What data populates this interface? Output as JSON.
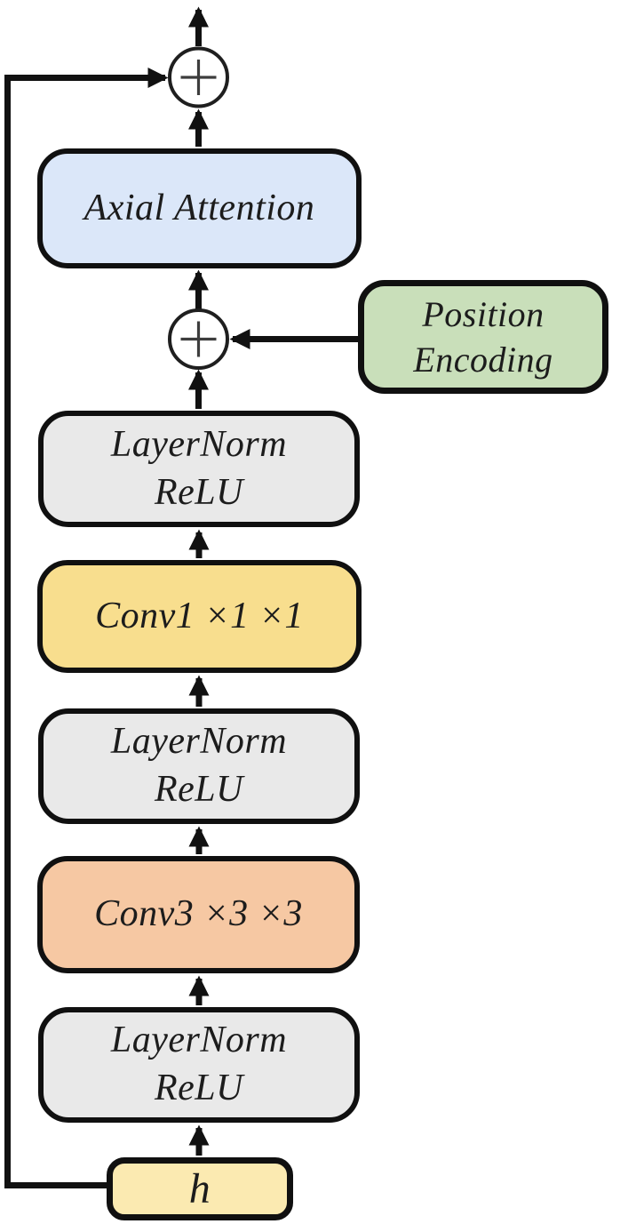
{
  "figure": {
    "kind": "flow-diagram",
    "background": "#ffffff",
    "line_color": "#111111",
    "text_color": "#1c1c1c"
  },
  "nodes": {
    "axial_attention": {
      "label": "Axial Attention",
      "fill": "#dbe7f9"
    },
    "position_encoding": {
      "line1": "Position",
      "line2": "Encoding",
      "fill": "#c9dfba"
    },
    "layernorm_relu_top": {
      "line1": "LayerNorm",
      "line2": "ReLU",
      "fill": "#e9e9e9"
    },
    "conv1x1x1": {
      "label": "Conv1 ×1 ×1",
      "fill": "#f8de8e"
    },
    "layernorm_relu_mid": {
      "line1": "LayerNorm",
      "line2": "ReLU",
      "fill": "#e9e9e9"
    },
    "conv3x3x3": {
      "label": "Conv3 ×3 ×3",
      "fill": "#f6c8a3"
    },
    "layernorm_relu_bottom": {
      "line1": "LayerNorm",
      "line2": "ReLU",
      "fill": "#e9e9e9"
    },
    "h_input": {
      "label": "h",
      "fill": "#fbeab1"
    }
  },
  "operators": {
    "add_output": {
      "symbol": "+"
    },
    "add_position": {
      "symbol": "+"
    }
  },
  "edges": [
    {
      "from": "h_input",
      "to": "layernorm_relu_bottom"
    },
    {
      "from": "layernorm_relu_bottom",
      "to": "conv3x3x3"
    },
    {
      "from": "conv3x3x3",
      "to": "layernorm_relu_mid"
    },
    {
      "from": "layernorm_relu_mid",
      "to": "conv1x1x1"
    },
    {
      "from": "conv1x1x1",
      "to": "layernorm_relu_top"
    },
    {
      "from": "layernorm_relu_top",
      "to": "add_position"
    },
    {
      "from": "position_encoding",
      "to": "add_position"
    },
    {
      "from": "add_position",
      "to": "axial_attention"
    },
    {
      "from": "axial_attention",
      "to": "add_output"
    },
    {
      "from": "h_input",
      "to": "add_output",
      "kind": "skip-connection"
    },
    {
      "from": "add_output",
      "to": "output"
    }
  ]
}
